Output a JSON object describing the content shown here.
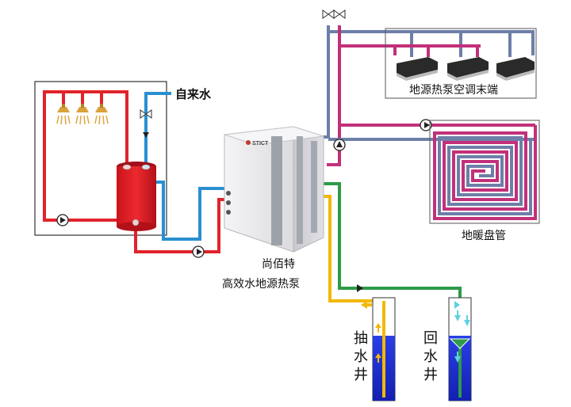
{
  "labels": {
    "tap_water": "自来水",
    "terminals": "地源热泵空调末端",
    "floor_heating": "地暖盘管",
    "brand": "尚佰特",
    "product": "高效水地源热泵",
    "draw_well_1": "抽",
    "draw_well_2": "水",
    "draw_well_3": "井",
    "return_well_1": "回",
    "return_well_2": "水",
    "return_well_3": "井",
    "unit_logo": "STICT"
  },
  "colors": {
    "hot_red": "#e0232b",
    "cold_blue": "#2a8fd0",
    "system_slate": "#6d7fa8",
    "system_magenta": "#c2307a",
    "ground_green": "#2e9a4a",
    "ground_yellow": "#f2b807",
    "well_blue": "#1a2fd6",
    "unit_body": "#e9e9ec"
  }
}
